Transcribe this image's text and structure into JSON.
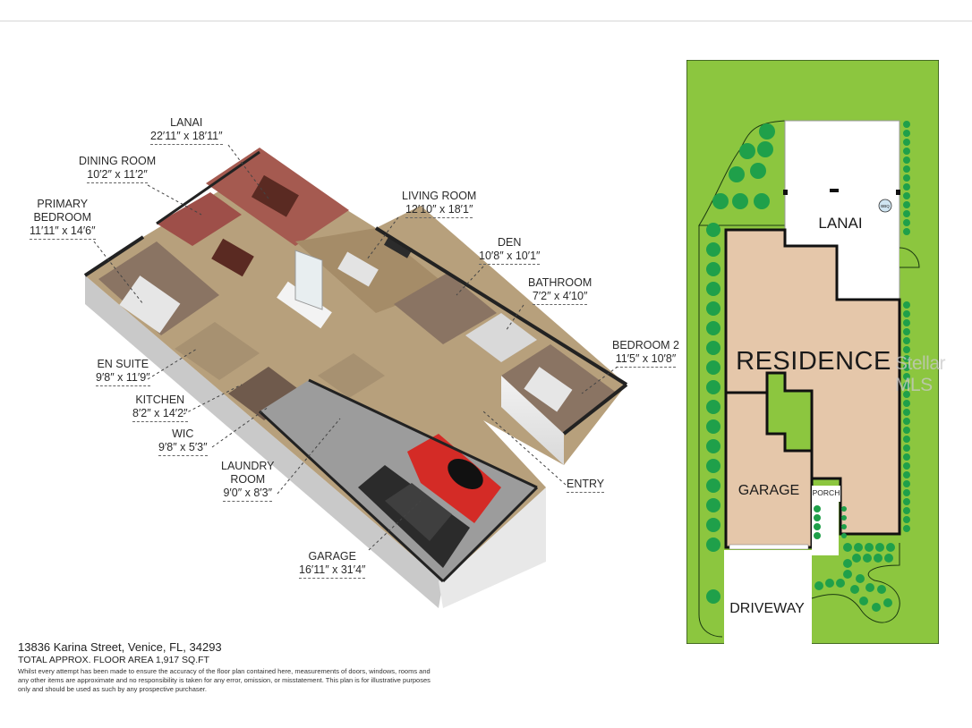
{
  "floorplan": {
    "rooms": [
      {
        "name": "LANAI",
        "dims": "22′11″ x 18′11″"
      },
      {
        "name": "DINING ROOM",
        "dims": "10′2″ x 11′2″"
      },
      {
        "name": "PRIMARY BEDROOM",
        "name_line1": "PRIMARY",
        "name_line2": "BEDROOM",
        "dims": "11′11″ x 14′6″"
      },
      {
        "name": "LIVING ROOM",
        "dims": "12′10″ x 18′1″"
      },
      {
        "name": "DEN",
        "dims": "10′8″ x 10′1″"
      },
      {
        "name": "BATHROOM",
        "dims": "7′2″ x 4′10″"
      },
      {
        "name": "BEDROOM 2",
        "dims": "11′5″ x 10′8″"
      },
      {
        "name": "EN SUITE",
        "dims": "9′8″ x 11′9″"
      },
      {
        "name": "KITCHEN",
        "dims": "8′2″ x 14′2″"
      },
      {
        "name": "WIC",
        "dims": "9′8″ x 5′3″"
      },
      {
        "name": "LAUNDRY ROOM",
        "name_line1": "LAUNDRY",
        "name_line2": "ROOM",
        "dims": "9′0″ x 8′3″"
      },
      {
        "name": "GARAGE",
        "dims": "16′11″ x 31′4″"
      },
      {
        "name": "ENTRY",
        "dims": ""
      }
    ]
  },
  "footer": {
    "address": "13836 Karina Street, Venice, FL, 34293",
    "total_area": "TOTAL APPROX. FLOOR AREA 1,917 SQ.FT",
    "disclaimer": "Whilst every attempt has been made to ensure the accuracy of the floor plan contained here, measurements of doors, windows, rooms and any other items are approximate and no responsibility is taken for any error, omission, or misstatement. This plan is for illustrative purposes only and should be used as such by any prospective purchaser."
  },
  "site_plan": {
    "labels": {
      "lanai": "LANAI",
      "residence": "RESIDENCE",
      "garage": "GARAGE",
      "porch": "PORCH",
      "driveway": "DRIVEWAY",
      "bbq": "BBQ"
    },
    "colors": {
      "lawn": "#8cc63f",
      "tree": "#1fa04a",
      "residence": "#e5c7aa",
      "wall": "#111111",
      "paving": "#ffffff"
    }
  },
  "watermark": "Stellar MLS"
}
